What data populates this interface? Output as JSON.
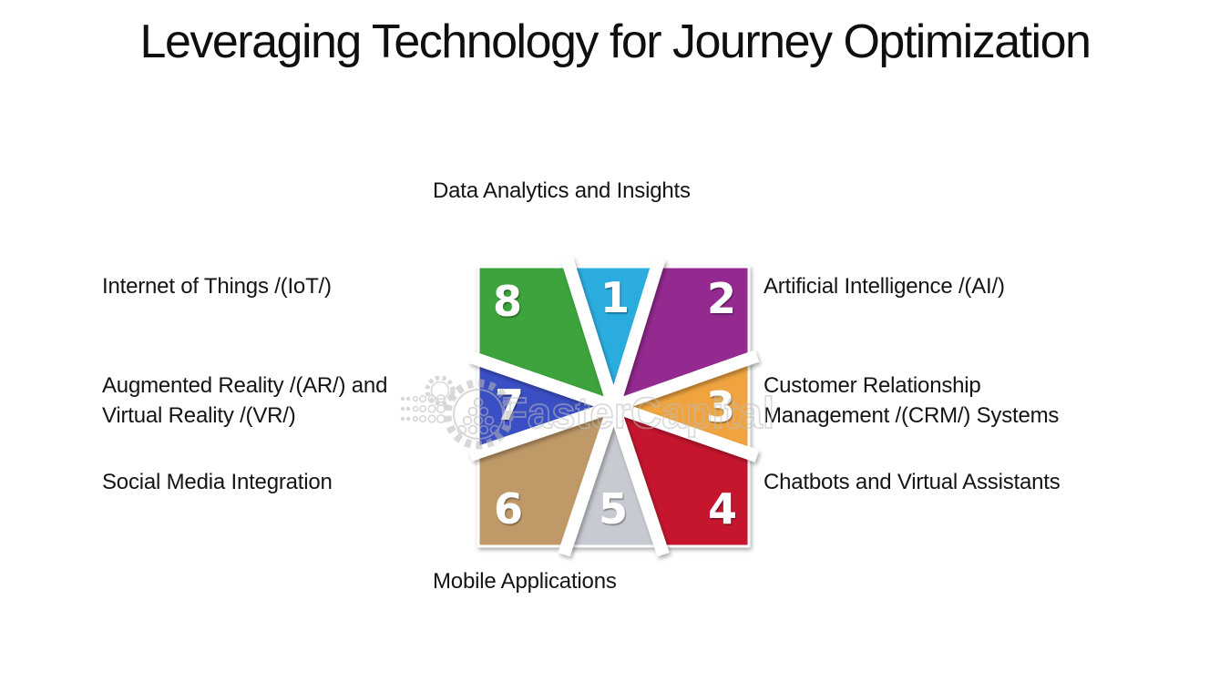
{
  "title": "Leveraging Technology for Journey Optimization",
  "watermark": {
    "text": "FasterCapital"
  },
  "diagram": {
    "type": "pinwheel-8-segments",
    "segments": [
      {
        "number": "1",
        "label": "Data Analytics and Insights",
        "color": "#2badde",
        "position": "top"
      },
      {
        "number": "2",
        "label": "Artificial Intelligence /(AI/)",
        "color": "#942c90",
        "position": "top-right"
      },
      {
        "number": "3",
        "label": "Customer Relationship\nManagement /(CRM/) Systems",
        "color": "#f0a440",
        "position": "right"
      },
      {
        "number": "4",
        "label": "Chatbots and Virtual Assistants",
        "color": "#c5142f",
        "position": "bottom-right"
      },
      {
        "number": "5",
        "label": "Mobile Applications",
        "color": "#c7cad0",
        "position": "bottom"
      },
      {
        "number": "6",
        "label": "Social Media Integration",
        "color": "#c09967",
        "position": "bottom-left"
      },
      {
        "number": "7",
        "label": "Augmented Reality /(AR/) and\nVirtual Reality /(VR/)",
        "color": "#3b4fc4",
        "position": "left"
      },
      {
        "number": "8",
        "label": "Internet of Things /(IoT/)",
        "color": "#3ea33e",
        "position": "top-left"
      }
    ],
    "number_text_color": "#ffffff",
    "channel_color": "#ffffff",
    "watermark_color": "#bdbdbd"
  }
}
